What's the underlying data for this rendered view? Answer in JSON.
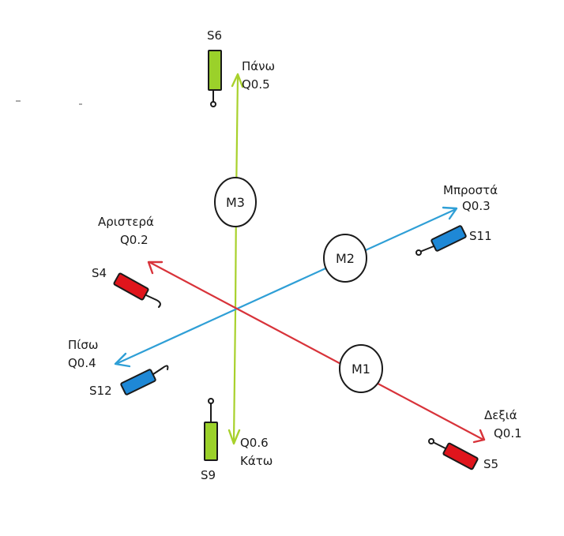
{
  "colors": {
    "x_axis": "#d8333a",
    "y_axis": "#2f9fd6",
    "z_axis": "#a8d12c",
    "sensor_red": "#e0151c",
    "sensor_blue": "#1e88d6",
    "sensor_green": "#9bd12a",
    "outline": "#1a1a1a"
  },
  "motors": {
    "m1": "M1",
    "m2": "M2",
    "m3": "M3"
  },
  "directions": {
    "up": {
      "label": "Πάνω",
      "output": "Q0.5"
    },
    "down": {
      "label": "Κάτω",
      "output": "Q0.6"
    },
    "front": {
      "label": "Μπροστά",
      "output": "Q0.3"
    },
    "back": {
      "label": "Πίσω",
      "output": "Q0.4"
    },
    "left": {
      "label": "Αριστερά",
      "output": "Q0.2"
    },
    "right": {
      "label": "Δεξιά",
      "output": "Q0.1"
    }
  },
  "sensors": {
    "s4": "S4",
    "s5": "S5",
    "s6": "S6",
    "s9": "S9",
    "s11": "S11",
    "s12": "S12"
  }
}
